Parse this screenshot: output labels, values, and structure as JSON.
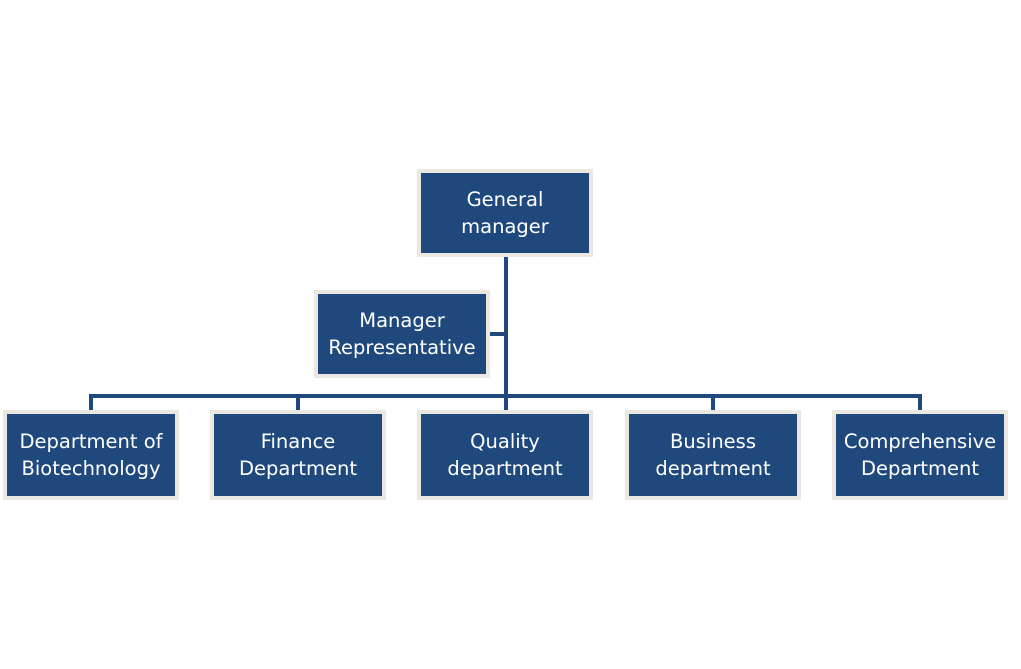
{
  "colors": {
    "box_fill": "#1F497D",
    "box_border": "#EAE8E0",
    "connector": "#1F497D",
    "text": "#FFFFFF"
  },
  "nodes": {
    "general_manager": {
      "line1": "General",
      "line2": "manager"
    },
    "manager_representative": {
      "line1": "Manager",
      "line2": "Representative"
    },
    "departments": [
      {
        "line1": "Department of",
        "line2": "Biotechnology"
      },
      {
        "line1": "Finance",
        "line2": "Department"
      },
      {
        "line1": "Quality",
        "line2": "department"
      },
      {
        "line1": "Business",
        "line2": "department"
      },
      {
        "line1": "Comprehensive",
        "line2": "Department"
      }
    ]
  }
}
